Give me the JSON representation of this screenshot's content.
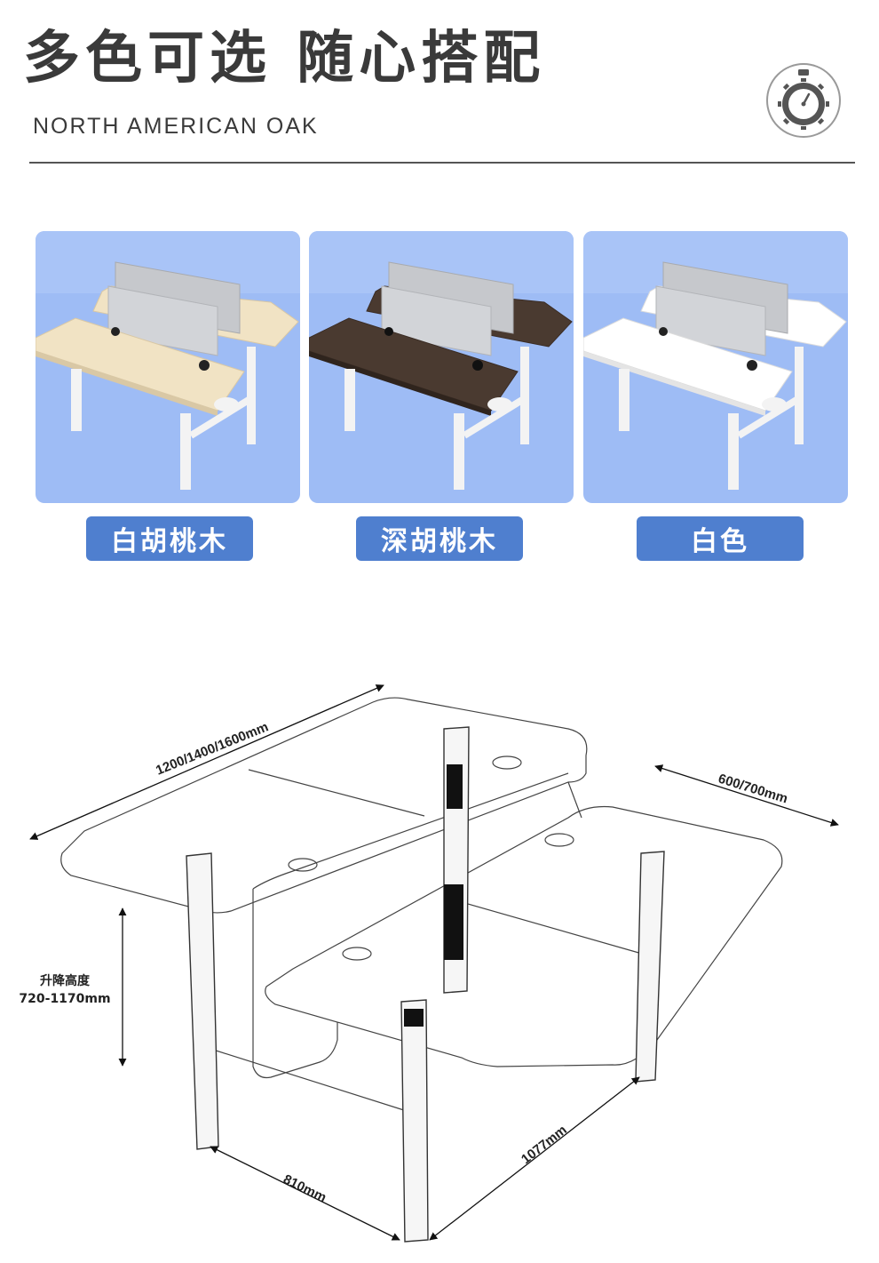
{
  "header": {
    "title": "多色可选 随心搭配",
    "subtitle": "NORTH AMERICAN OAK",
    "icon": "stopwatch-icon"
  },
  "swatches": [
    {
      "label": "白胡桃木",
      "top_color": "#f1e3c4",
      "label_color": "#4f7fcf"
    },
    {
      "label": "深胡桃木",
      "top_color": "#4a3a30",
      "label_color": "#4f7fcf"
    },
    {
      "label": "白色",
      "top_color": "#ffffff",
      "label_color": "#4f7fcf"
    }
  ],
  "colors": {
    "card_bg": "#9ebcf5",
    "label_bg": "#4f7fcf",
    "frame": "#ffffff",
    "panel": "#c8cacd"
  },
  "dimensions": {
    "length": "1200/1400/1600mm",
    "depth": "600/700mm",
    "lift_title": "升降高度",
    "lift_range": "720-1170mm",
    "inner_width": "810mm",
    "outer_width": "1077mm"
  }
}
